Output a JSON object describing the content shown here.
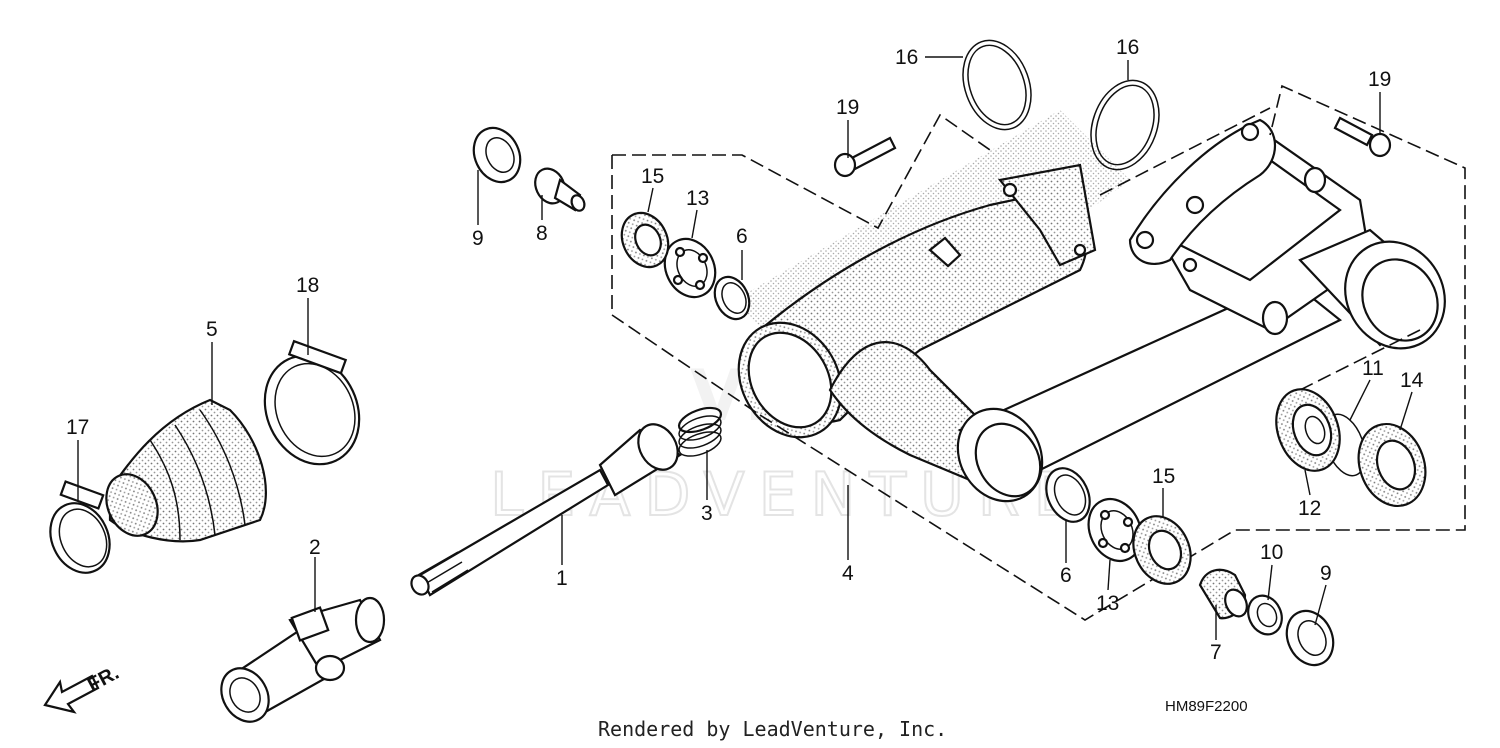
{
  "diagram": {
    "code": "HM89F2200",
    "credit": "Rendered by LeadVenture, Inc.",
    "direction_label": "FR.",
    "watermark": "LEADVENTURE",
    "callouts": [
      {
        "id": "c1",
        "label": "1"
      },
      {
        "id": "c2",
        "label": "2"
      },
      {
        "id": "c3",
        "label": "3"
      },
      {
        "id": "c4",
        "label": "4"
      },
      {
        "id": "c5",
        "label": "5"
      },
      {
        "id": "c6a",
        "label": "6"
      },
      {
        "id": "c6b",
        "label": "6"
      },
      {
        "id": "c7",
        "label": "7"
      },
      {
        "id": "c8",
        "label": "8"
      },
      {
        "id": "c9a",
        "label": "9"
      },
      {
        "id": "c9b",
        "label": "9"
      },
      {
        "id": "c10",
        "label": "10"
      },
      {
        "id": "c11",
        "label": "11"
      },
      {
        "id": "c12",
        "label": "12"
      },
      {
        "id": "c13a",
        "label": "13"
      },
      {
        "id": "c13b",
        "label": "13"
      },
      {
        "id": "c14",
        "label": "14"
      },
      {
        "id": "c15a",
        "label": "15"
      },
      {
        "id": "c15b",
        "label": "15"
      },
      {
        "id": "c16a",
        "label": "16"
      },
      {
        "id": "c16b",
        "label": "16"
      },
      {
        "id": "c17",
        "label": "17"
      },
      {
        "id": "c18",
        "label": "18"
      },
      {
        "id": "c19a",
        "label": "19"
      },
      {
        "id": "c19b",
        "label": "19"
      }
    ]
  }
}
